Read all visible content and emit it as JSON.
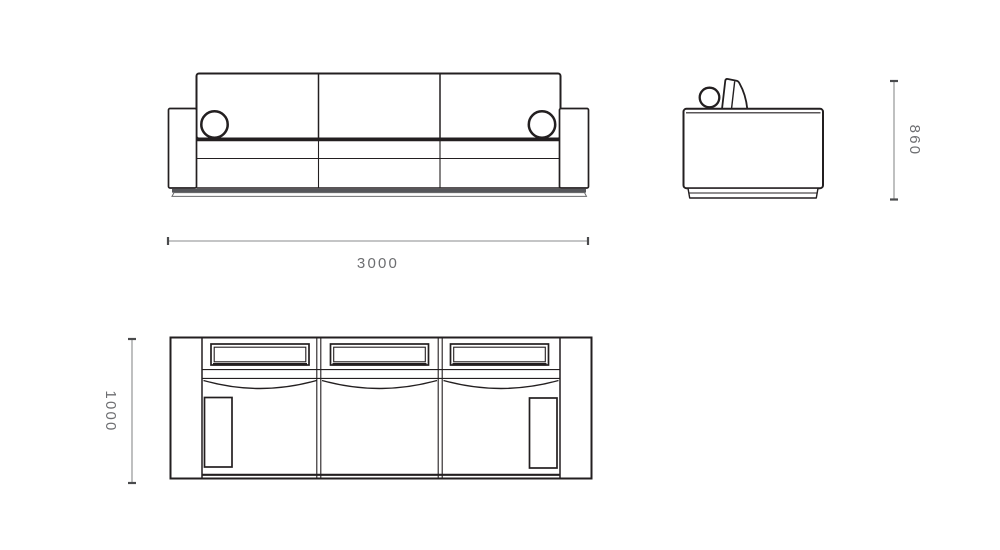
{
  "drawing": {
    "dimensions": {
      "width": "3000",
      "height": "860",
      "depth": "1000"
    },
    "colors": {
      "outline": "#231f20",
      "dimension_line": "#8a8b8d",
      "dimension_tick": "#4a4b4d",
      "dimension_text": "#6d6e71",
      "plinth_shadow": "#55565a",
      "background": "#ffffff"
    }
  }
}
